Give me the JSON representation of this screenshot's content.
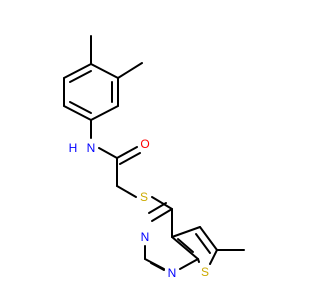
{
  "atoms": {
    "amide_N": {
      "label": "N",
      "color": "#0000ff"
    },
    "amide_H": {
      "label": "H",
      "color": "#0000ff"
    },
    "carbonyl_O": {
      "label": "O",
      "color": "#ff0000"
    },
    "thioether_S": {
      "label": "S",
      "color": "#ccaa00"
    },
    "ring_N3": {
      "label": "N",
      "color": "#0000ff"
    },
    "ring_N1": {
      "label": "N",
      "color": "#0000ff"
    },
    "thiophene_S": {
      "label": "S",
      "color": "#ccaa00"
    }
  },
  "colors": {
    "bond": "#000000",
    "background": "#ffffff"
  }
}
